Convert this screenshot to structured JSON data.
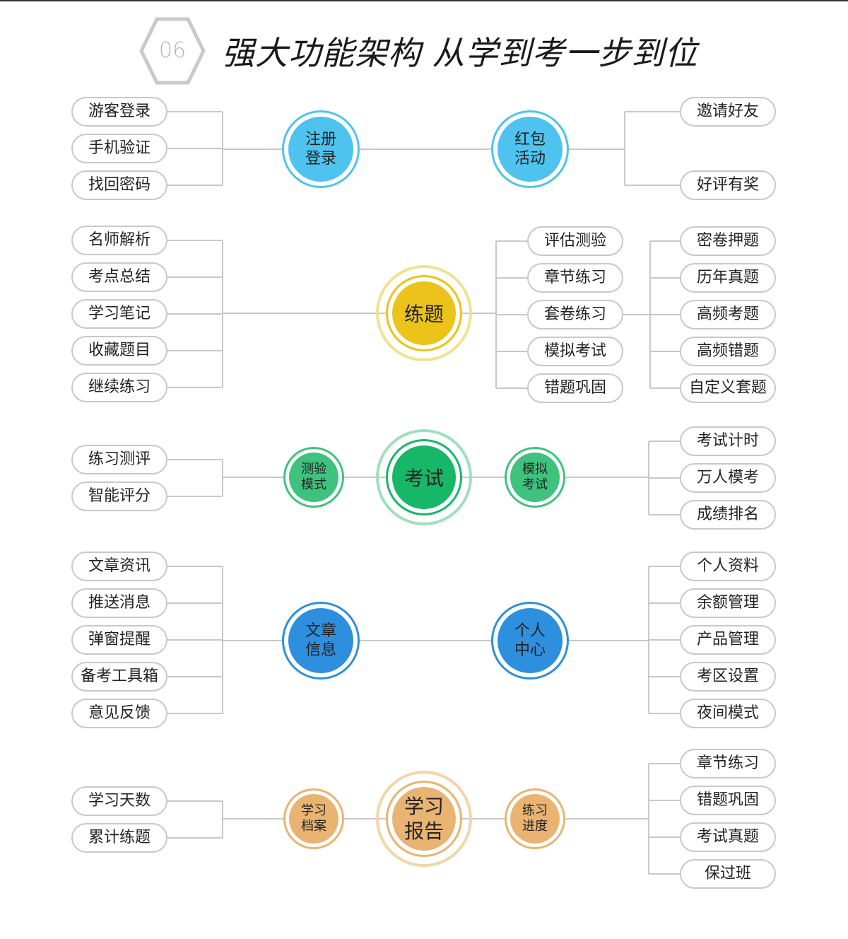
{
  "header": {
    "number": "06",
    "title": "强大功能架构 从学到考一步到位"
  },
  "colors": {
    "blue_light": "#4fc3ef",
    "blue": "#2e8fde",
    "yellow": "#ebc31a",
    "yellow_light": "#f2e190",
    "green": "#17b768",
    "green_light": "#3ec27e",
    "green_pale": "#9fe0bb",
    "orange": "#e9b471",
    "orange_pale": "#f2d5a9",
    "line": "#c8c8c8"
  },
  "rows": [
    {
      "left_hub": {
        "lines": [
          "注册",
          "登录"
        ]
      },
      "right_hub": {
        "lines": [
          "红包",
          "活动"
        ]
      },
      "left_items": [
        "游客登录",
        "手机验证",
        "找回密码"
      ],
      "right_items": [
        "邀请好友",
        "好评有奖"
      ]
    },
    {
      "center": {
        "label": "练题"
      },
      "left_items": [
        "名师解析",
        "考点总结",
        "学习笔记",
        "收藏题目",
        "继续练习"
      ],
      "mid_items": [
        "评估测验",
        "章节练习",
        "套卷练习",
        "模拟考试",
        "错题巩固"
      ],
      "right_items": [
        "密卷押题",
        "历年真题",
        "高频考题",
        "高频错题",
        "自定义套题"
      ]
    },
    {
      "center": {
        "label": "考试"
      },
      "left_hub": {
        "lines": [
          "测验",
          "模式"
        ]
      },
      "right_hub": {
        "lines": [
          "模拟",
          "考试"
        ]
      },
      "left_items": [
        "练习测评",
        "智能评分"
      ],
      "right_items": [
        "考试计时",
        "万人模考",
        "成绩排名"
      ]
    },
    {
      "left_hub": {
        "lines": [
          "文章",
          "信息"
        ]
      },
      "right_hub": {
        "lines": [
          "个人",
          "中心"
        ]
      },
      "left_items": [
        "文章资讯",
        "推送消息",
        "弹窗提醒",
        "备考工具箱",
        "意见反馈"
      ],
      "right_items": [
        "个人资料",
        "余额管理",
        "产品管理",
        "考区设置",
        "夜间模式"
      ]
    },
    {
      "center": {
        "lines": [
          "学习",
          "报告"
        ]
      },
      "left_hub": {
        "lines": [
          "学习",
          "档案"
        ]
      },
      "right_hub": {
        "lines": [
          "练习",
          "进度"
        ]
      },
      "left_items": [
        "学习天数",
        "累计练题"
      ],
      "right_items": [
        "章节练习",
        "错题巩固",
        "考试真题",
        "保过班"
      ]
    }
  ]
}
